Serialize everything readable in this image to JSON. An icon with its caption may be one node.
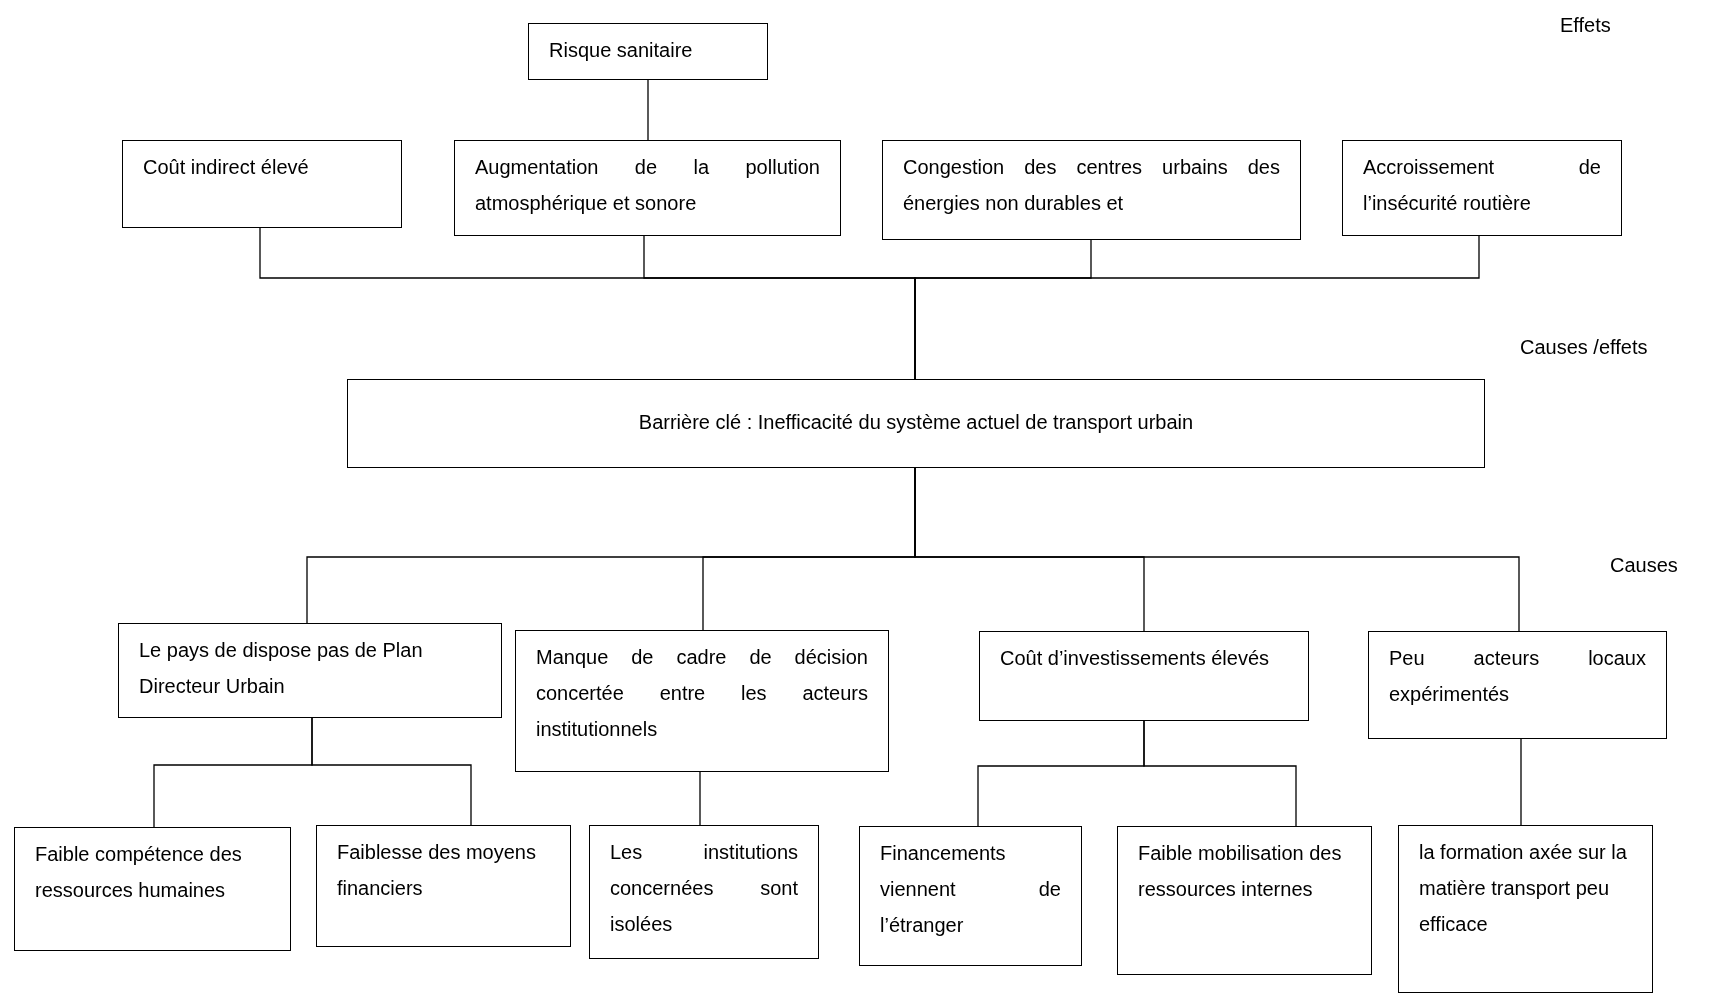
{
  "diagram": {
    "nodes": [
      {
        "text": [
          "Risque sanitaire"
        ]
      },
      {
        "text": [
          "Coût indirect élevé"
        ]
      },
      {
        "text": [
          "Augmentation de la pollution atmosphérique et sonore"
        ]
      },
      {
        "text": [
          "Congestion des centres urbains des énergies non durables et"
        ]
      },
      {
        "text": [
          "Accroissement de l’insécurité routière"
        ]
      },
      {
        "text": [
          "Barrière clé : Inefficacité du système actuel de transport urbain"
        ]
      },
      {
        "text": [
          "Le pays de dispose pas de Plan Directeur Urbain"
        ]
      },
      {
        "text": [
          "Manque de cadre de décision concertée entre les acteurs institutionnels"
        ]
      },
      {
        "text": [
          "Coût d’investissements élevés"
        ]
      },
      {
        "text": [
          "Peu acteurs locaux expérimentés"
        ]
      },
      {
        "text": [
          "Faible compétence des ressources humaines"
        ]
      },
      {
        "text": [
          "Faiblesse des moyens financiers"
        ]
      },
      {
        "text": [
          "Les institutions concernées sont isolées"
        ]
      },
      {
        "text": [
          "Financements viennent de l’étranger"
        ]
      },
      {
        "text": [
          "Faible mobilisation des ressources internes"
        ]
      },
      {
        "text": [
          "la formation axée sur la matière transport peu efficace"
        ]
      }
    ],
    "edges": [
      {
        "from": 0,
        "to": 2,
        "arrow": "none"
      },
      {
        "from": 1,
        "to": 5,
        "arrow": "none"
      },
      {
        "from": 2,
        "to": 5,
        "arrow": "none"
      },
      {
        "from": 3,
        "to": 5,
        "arrow": "none"
      },
      {
        "from": 4,
        "to": 5,
        "arrow": "none"
      },
      {
        "from": 5,
        "to": 6,
        "arrow": "none"
      },
      {
        "from": 5,
        "to": 7,
        "arrow": "none"
      },
      {
        "from": 5,
        "to": 8,
        "arrow": "none"
      },
      {
        "from": 5,
        "to": 9,
        "arrow": "none"
      },
      {
        "from": 6,
        "to": 10,
        "arrow": "none"
      },
      {
        "from": 6,
        "to": 11,
        "arrow": "none"
      },
      {
        "from": 7,
        "to": 12,
        "arrow": "none"
      },
      {
        "from": 8,
        "to": 13,
        "arrow": "none"
      },
      {
        "from": 8,
        "to": 14,
        "arrow": "none"
      },
      {
        "from": 9,
        "to": 15,
        "arrow": "none"
      }
    ],
    "labels": [
      "Effets",
      "Causes /effets",
      "Causes"
    ]
  }
}
